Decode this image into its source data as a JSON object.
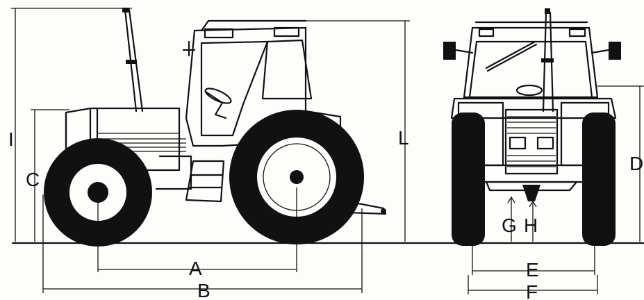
{
  "labels": {
    "a": "A",
    "b": "B",
    "c": "C",
    "d": "D",
    "e": "E",
    "f": "F",
    "g": "G",
    "h": "H",
    "i": "I",
    "l": "L"
  }
}
